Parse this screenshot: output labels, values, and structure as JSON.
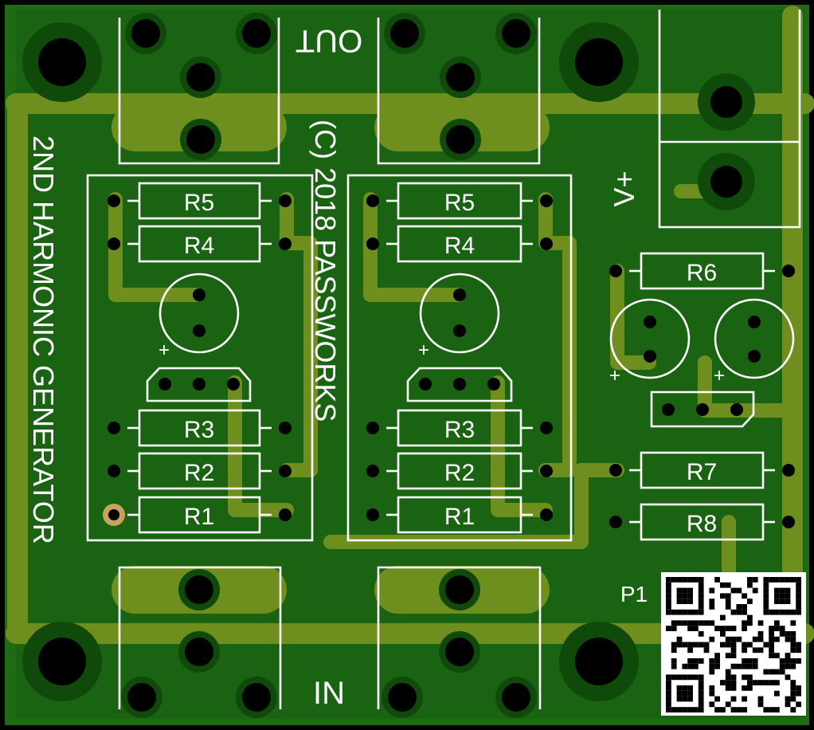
{
  "board": {
    "title": "2ND HARMONIC GENERATOR",
    "copyright": "(C) 2018 PASSWORKS",
    "out_label": "OUT",
    "in_label": "IN",
    "vplus_label": "V+",
    "p1_label": "P1",
    "plus_sign": "+",
    "channel_a": {
      "r5": "R5",
      "r4": "R4",
      "r3": "R3",
      "r2": "R2",
      "r1": "R1"
    },
    "channel_b": {
      "r5": "R5",
      "r4": "R4",
      "r3": "R3",
      "r2": "R2",
      "r1": "R1"
    },
    "power": {
      "r6": "R6",
      "r7": "R7",
      "r8": "R8"
    },
    "colors": {
      "background": "#000000",
      "board_green": "#1e6b14",
      "copper_pour": "#14560f",
      "trace": "#6e8f1d",
      "silkscreen": "#ffffff",
      "gold_pad": "#c8a35a"
    }
  }
}
